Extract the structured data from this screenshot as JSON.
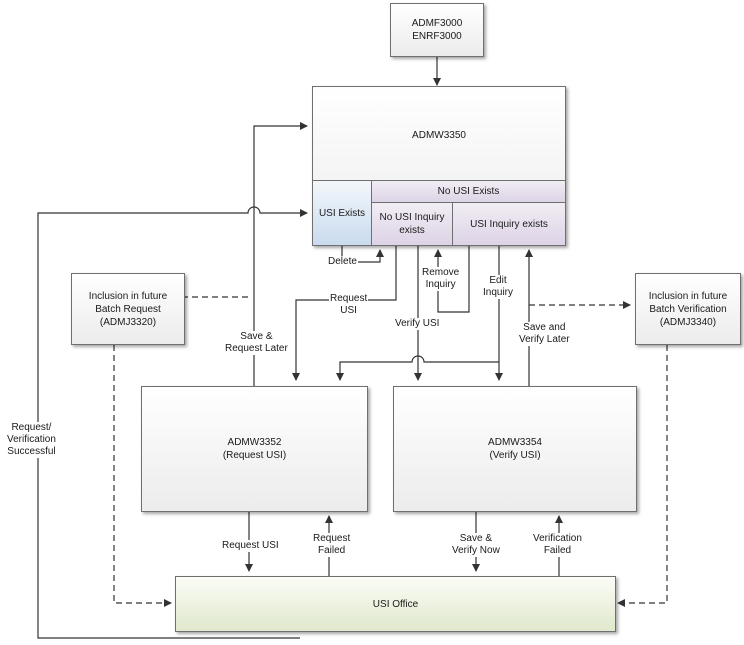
{
  "nodes": {
    "admf3000": "ADMF3000\nENRF3000",
    "admw3350": "ADMW3350",
    "usi_exists": "USI Exists",
    "no_usi_exists": "No USI Exists",
    "no_usi_inquiry_exists": "No USI Inquiry\nexists",
    "usi_inquiry_exists": "USI Inquiry exists",
    "admj3320": "Inclusion in future\nBatch Request\n(ADMJ3320)",
    "admj3340": "Inclusion in future\nBatch Verification\n(ADMJ3340)",
    "admw3352": "ADMW3352\n(Request USI)",
    "admw3354": "ADMW3354\n(Verify USI)",
    "usi_office": "USI Office"
  },
  "edges": {
    "delete": "Delete",
    "remove_inquiry": "Remove\nInquiry",
    "request_usi_top": "Request\nUSI",
    "verify_usi": "Verify USI",
    "edit_inquiry": "Edit\nInquiry",
    "save_request_later": "Save &\nRequest Later",
    "save_verify_later": "Save and\nVerify Later",
    "request_verification_successful": "Request/\nVerification\nSuccessful",
    "request_usi_bottom": "Request USI",
    "request_failed": "Request\nFailed",
    "save_verify_now": "Save &\nVerify Now",
    "verification_failed": "Verification\nFailed"
  }
}
